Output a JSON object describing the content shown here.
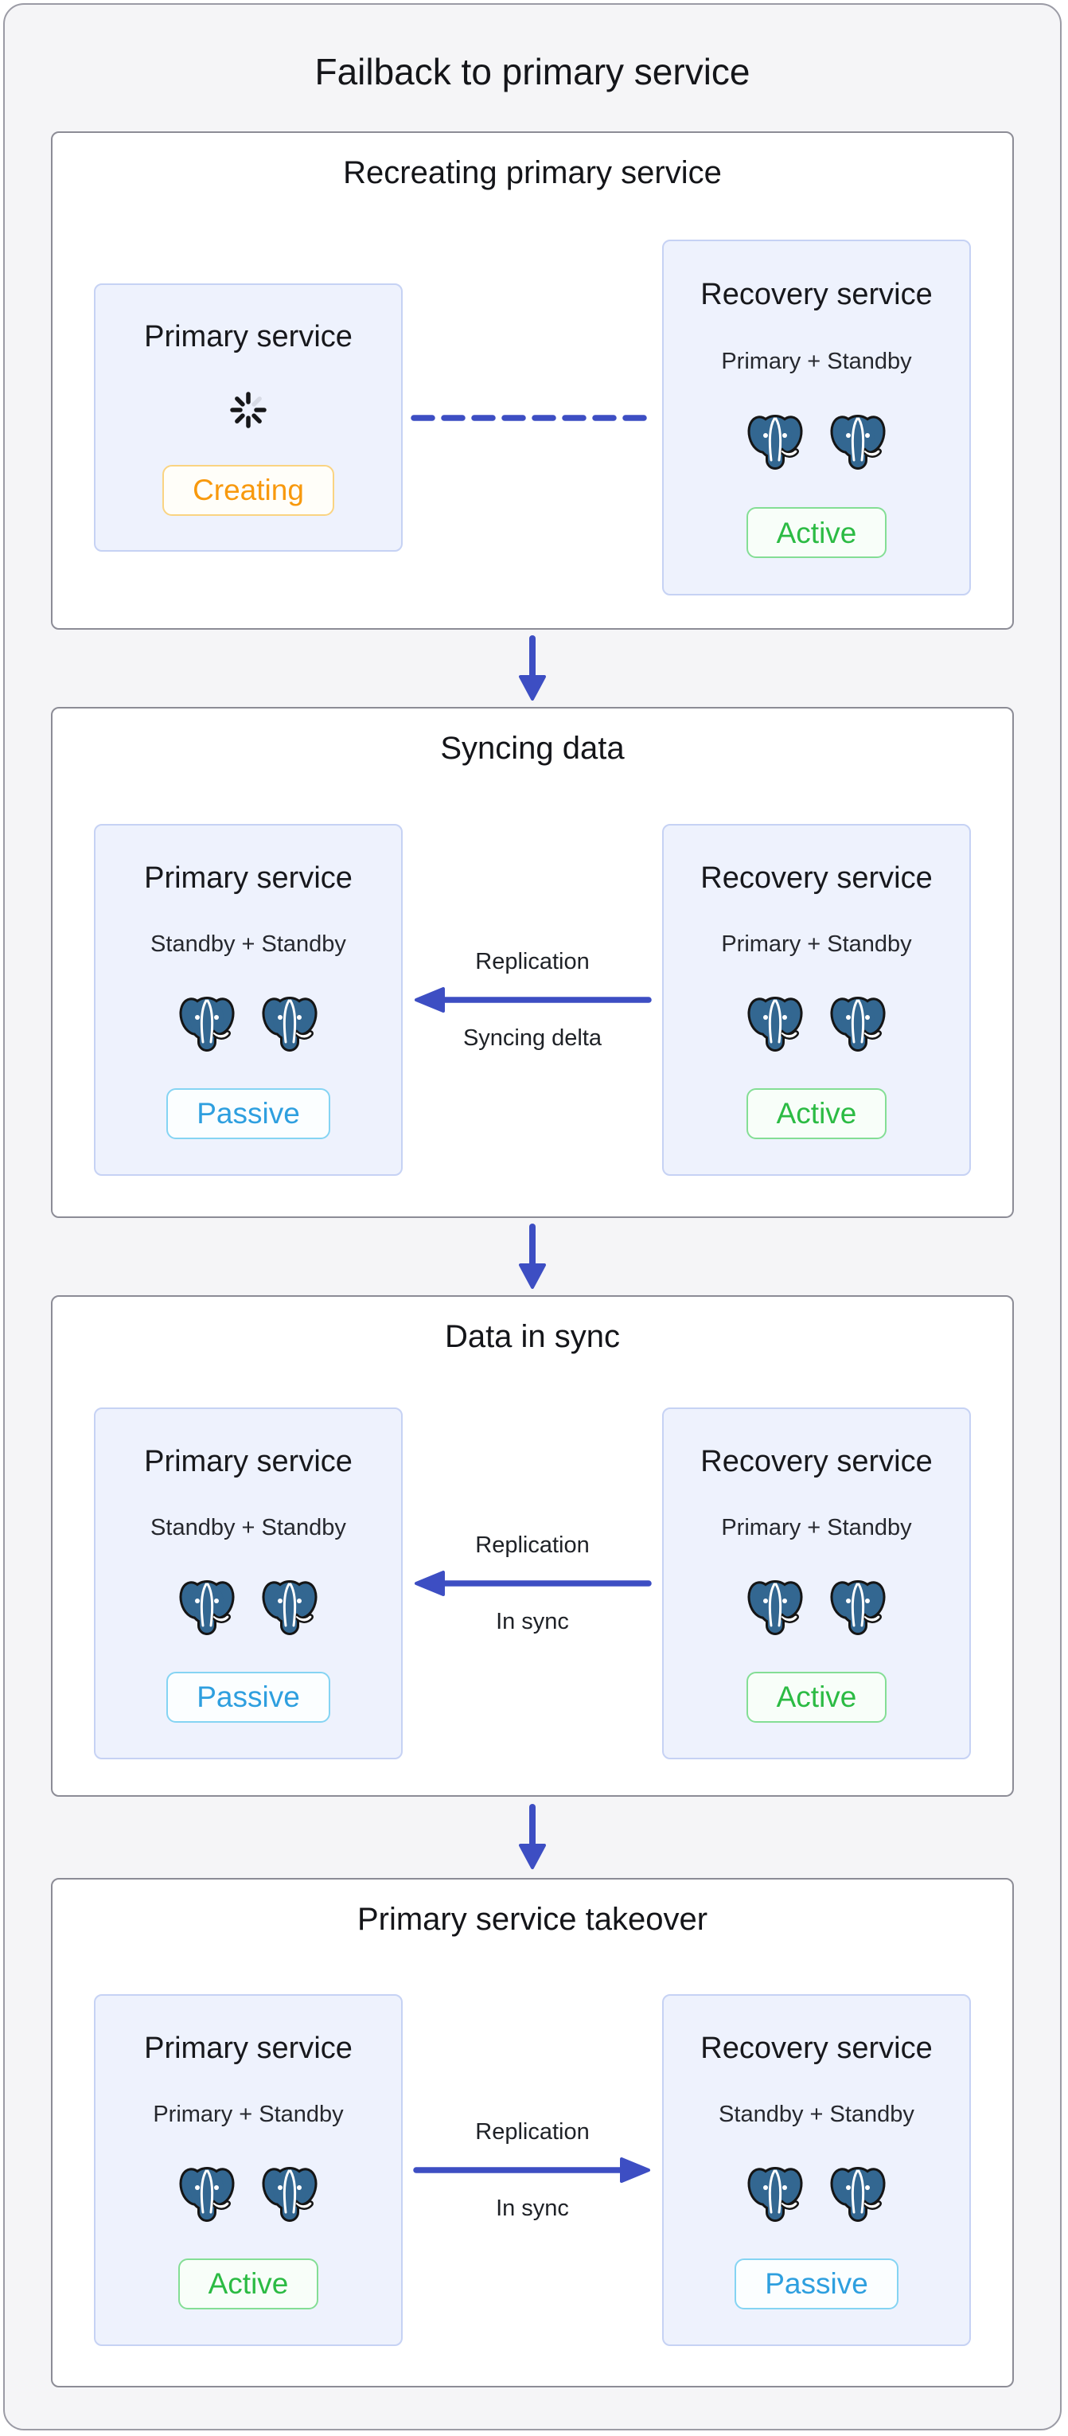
{
  "page_title": "Failback to primary service",
  "colors": {
    "accent_blue": "#3D4EC3",
    "page_background": "#F5F5F7",
    "section_background": "#FFFFFF",
    "service_box_background": "#EEF2FD",
    "service_box_border": "#C6D2F4",
    "status_creating": "#F8990D",
    "status_active": "#2CBB44",
    "status_passive": "#2E9FDF",
    "postgres_elephant_blue": "#336791"
  },
  "icons": {
    "spinner": "spinner-icon",
    "database": "postgres-elephant-icon",
    "down_arrow": "down-arrow-icon",
    "dashed_link": "dashed-connection-line",
    "arrow_left": "left-arrow-icon",
    "arrow_right": "right-arrow-icon"
  },
  "sections": [
    {
      "title": "Recreating primary service",
      "left": {
        "title": "Primary service",
        "status": "Creating",
        "status_type": "creating"
      },
      "connector": {
        "type": "dashed-line",
        "label_top": "",
        "label_bottom": ""
      },
      "right": {
        "title": "Recovery service",
        "subtitle": "Primary + Standby",
        "status": "Active",
        "status_type": "active",
        "database_count": 2
      }
    },
    {
      "title": "Syncing data",
      "left": {
        "title": "Primary service",
        "subtitle": "Standby + Standby",
        "status": "Passive",
        "status_type": "passive",
        "database_count": 2
      },
      "connector": {
        "type": "arrow-left",
        "label_top": "Replication",
        "label_bottom": "Syncing delta"
      },
      "right": {
        "title": "Recovery service",
        "subtitle": "Primary + Standby",
        "status": "Active",
        "status_type": "active",
        "database_count": 2
      }
    },
    {
      "title": "Data in sync",
      "left": {
        "title": "Primary service",
        "subtitle": "Standby + Standby",
        "status": "Passive",
        "status_type": "passive",
        "database_count": 2
      },
      "connector": {
        "type": "arrow-left",
        "label_top": "Replication",
        "label_bottom": "In sync"
      },
      "right": {
        "title": "Recovery service",
        "subtitle": "Primary + Standby",
        "status": "Active",
        "status_type": "active",
        "database_count": 2
      }
    },
    {
      "title": "Primary service takeover",
      "left": {
        "title": "Primary service",
        "subtitle": "Primary + Standby",
        "status": "Active",
        "status_type": "active",
        "database_count": 2
      },
      "connector": {
        "type": "arrow-right",
        "label_top": "Replication",
        "label_bottom": "In sync"
      },
      "right": {
        "title": "Recovery service",
        "subtitle": "Standby + Standby",
        "status": "Passive",
        "status_type": "passive",
        "database_count": 2
      }
    }
  ]
}
